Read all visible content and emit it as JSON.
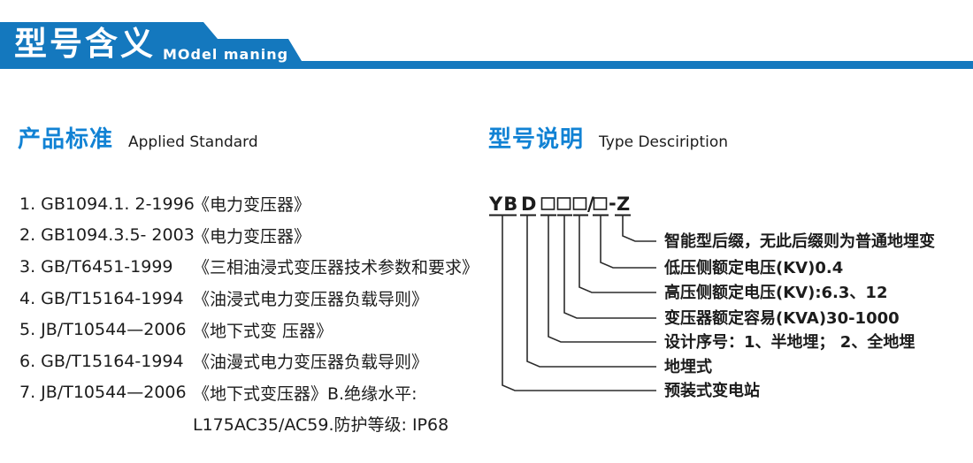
{
  "banner": {
    "title": "型号含义",
    "subtitle": "MOdel maning"
  },
  "left_section": {
    "heading_zh": "产品标准",
    "heading_en": "Applied Standard"
  },
  "right_section": {
    "heading_zh": "型号说明",
    "heading_en": "Type Desciription"
  },
  "standards": [
    {
      "code": "1. GB1094.1. 2-1996",
      "title": "《电力变压器》"
    },
    {
      "code": "2. GB1094.3.5- 2003",
      "title": "《电力变压器》"
    },
    {
      "code": "3. GB/T6451-1999",
      "title": "《三相油浸式变压器技术参数和要求》"
    },
    {
      "code": "4. GB/T15164-1994",
      "title": "《油浸式电力变压器负载导则》"
    },
    {
      "code": "5. JB/T10544—2006",
      "title": "《地下式变 压器》"
    },
    {
      "code": "6. GB/T15164-1994",
      "title": "《油漫式电力变压器负载导则》"
    },
    {
      "code": "7. JB/T10544—2006",
      "title": "《地下式变压器》B.绝缘水平:"
    },
    {
      "code": "",
      "title": "L175AC35/AC59.防护等级: IP68"
    }
  ],
  "model_code": {
    "group1": "YB",
    "group2": "D",
    "slash": "/",
    "dash": "-",
    "suffix": "Z"
  },
  "model_labels": [
    {
      "text": "智能型后缀，无此后缀则为普通地埋变"
    },
    {
      "text": "低压侧额定电压(KV)0.4"
    },
    {
      "text": "高压侧额定电压(KV):6.3、12"
    },
    {
      "text": "变压器额定容易(KVA)30-1000"
    },
    {
      "text": "设计序号：1、半地埋； 2、全地埋"
    },
    {
      "text": "地埋式"
    },
    {
      "text": "预装式变电站"
    }
  ],
  "colors": {
    "banner_blue": "#1478BE",
    "heading_blue": "#1182D4",
    "text_dark": "#1C1C1C",
    "line": "#2B2B2B"
  }
}
